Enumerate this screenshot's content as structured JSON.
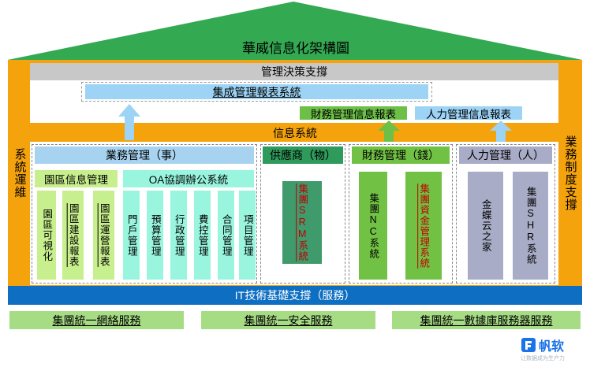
{
  "title": "華威信息化架構圖",
  "decision_bar": "管理決策支撐",
  "integrated_reports": "集成管理報表系統",
  "finance_report": "財務管理信息報表",
  "hr_report": "人力管理信息報表",
  "info_system": "信息系統",
  "left_pillar": "系統運維",
  "right_pillar": "業務制度支撐",
  "modules": {
    "business": {
      "header": "業務管理（事）",
      "park_info": "園區信息管理",
      "oa": "OA協調辦公系統",
      "park_cells": [
        "園區可視化",
        "園區建設報表",
        "園區運營報表"
      ],
      "oa_cells": [
        "門戶管理",
        "預算管理",
        "行政管理",
        "費控管理",
        "合同管理",
        "項目管理"
      ]
    },
    "supplier": {
      "header": "供應商（物）",
      "cell": "集團SRM系統"
    },
    "finance": {
      "header": "財務管理（錢）",
      "cell_nc": "集團NC系統",
      "cell_fund": "集團資金管理系統"
    },
    "hr": {
      "header": "人力管理（人）",
      "cell_kd": "金蝶云之家",
      "cell_shr": "集團SHR系統"
    }
  },
  "it_bar": "IT技術基礎支撐（服務）",
  "services": [
    "集團統一網絡服務",
    "集團統一安全服務",
    "集團統一數據庫服務器服務"
  ],
  "logo": {
    "text": "帆软",
    "sub": "让数据成为生产力"
  },
  "colors": {
    "roof": "#33a952",
    "frame": "#f5a30c",
    "decision": "#c8c8c8",
    "light_blue": "#9dd3f5",
    "blue_header": "#a7d3f1",
    "green_header": "#2e9a5b",
    "lime": "#c8ef8d",
    "mint": "#99f5de",
    "dark_green": "#3f9a6c",
    "leaf": "#71c244",
    "gray_blue": "#a8acc6",
    "it_blue": "#0e6fc2",
    "services": "#a6dc84",
    "red_text": "#c00000"
  }
}
